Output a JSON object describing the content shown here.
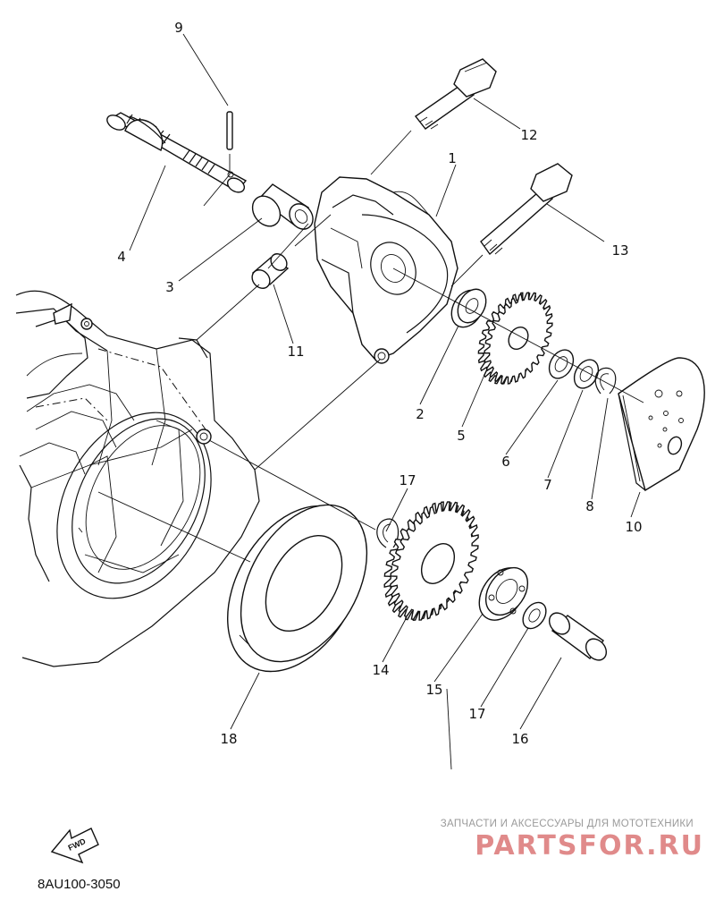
{
  "diagram": {
    "callouts": [
      {
        "id": "c1",
        "label": "1"
      },
      {
        "id": "c2",
        "label": "2"
      },
      {
        "id": "c3",
        "label": "3"
      },
      {
        "id": "c4",
        "label": "4"
      },
      {
        "id": "c5",
        "label": "5"
      },
      {
        "id": "c6",
        "label": "6"
      },
      {
        "id": "c7",
        "label": "7"
      },
      {
        "id": "c8",
        "label": "8"
      },
      {
        "id": "c9",
        "label": "9"
      },
      {
        "id": "c10",
        "label": "10"
      },
      {
        "id": "c11",
        "label": "11"
      },
      {
        "id": "c12",
        "label": "12"
      },
      {
        "id": "c13",
        "label": "13"
      },
      {
        "id": "c14",
        "label": "14"
      },
      {
        "id": "c15",
        "label": "15"
      },
      {
        "id": "c16",
        "label": "16"
      },
      {
        "id": "c17a",
        "label": "17"
      },
      {
        "id": "c17b",
        "label": "17"
      },
      {
        "id": "c18",
        "label": "18"
      }
    ],
    "fwd_label": "FWD",
    "diagram_code": "8AU100-3050"
  },
  "watermark": {
    "tagline": "ЗАПЧАСТИ И АКСЕССУАРЫ ДЛЯ МОТОТЕХНИКИ",
    "brand": "PARTSFOR.RU",
    "color": "#e08a8a"
  }
}
